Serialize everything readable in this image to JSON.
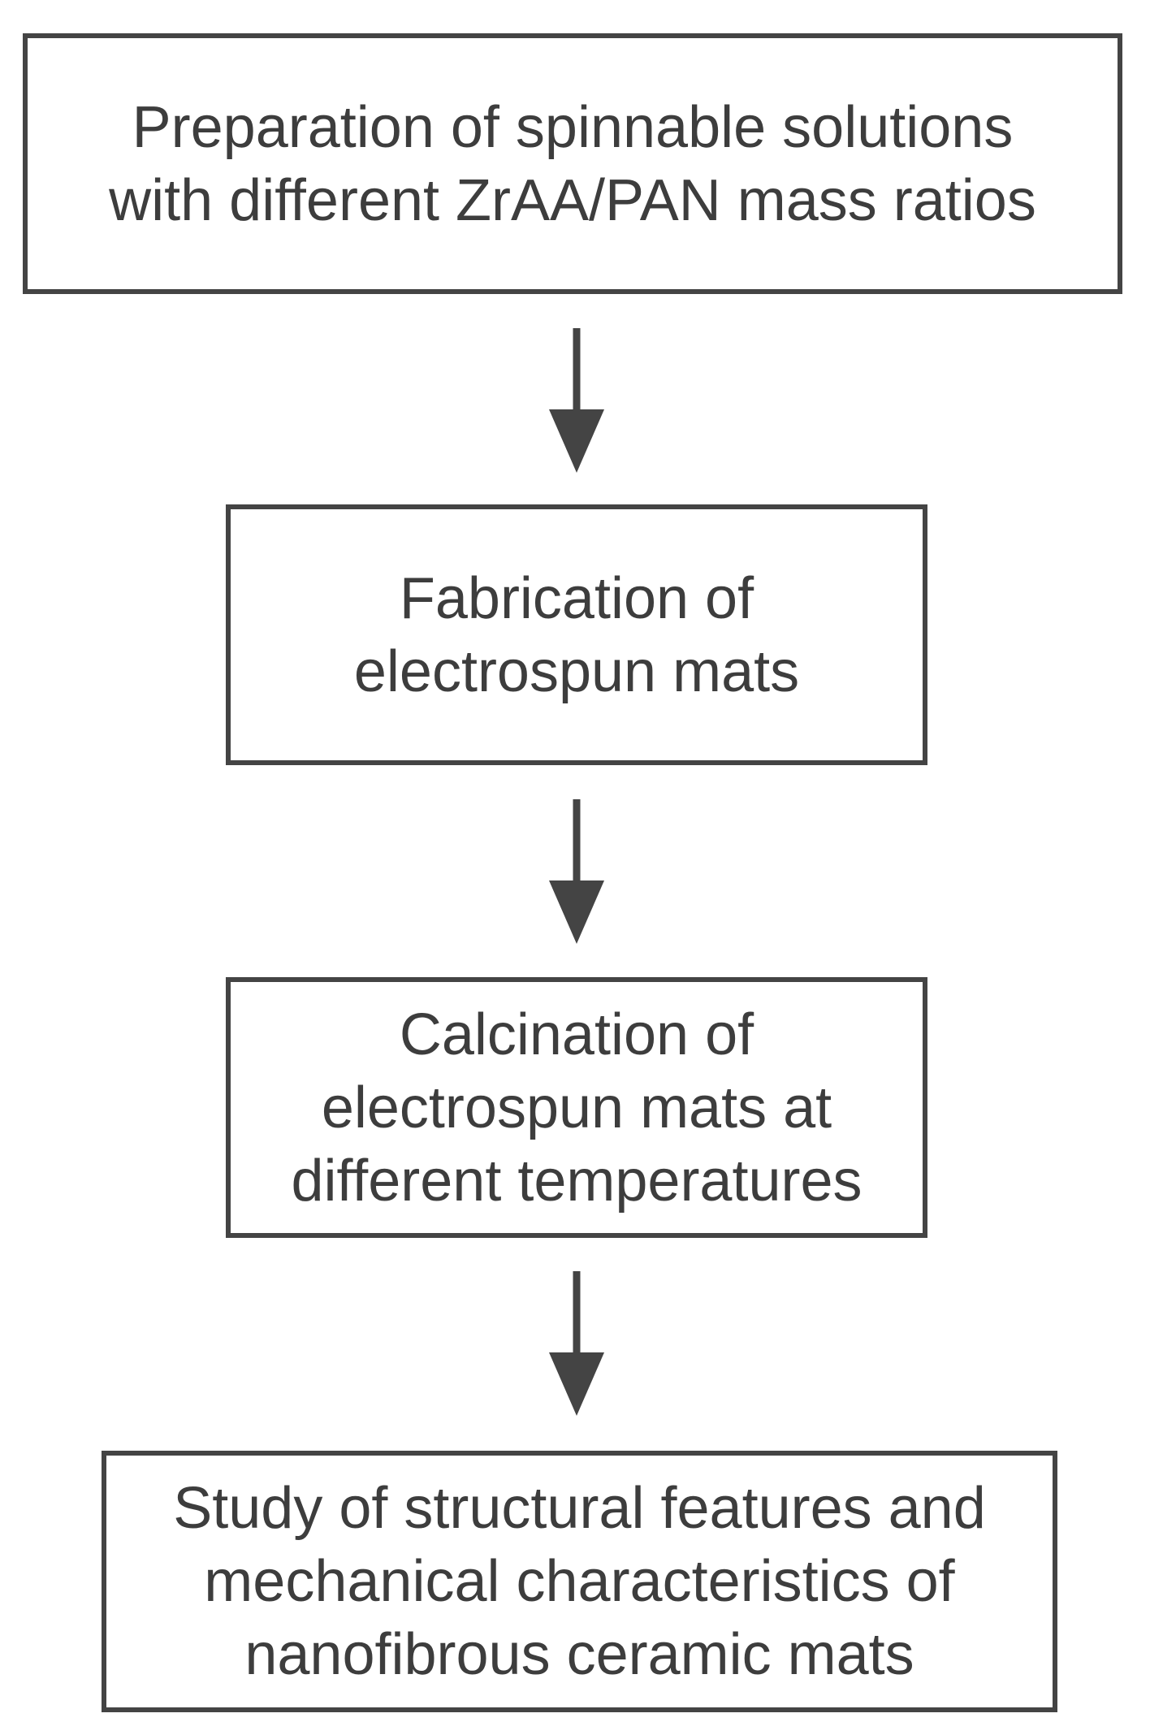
{
  "diagram": {
    "steps": [
      {
        "text": "Preparation of spinnable solutions\nwith different ZrAA/PAN mass ratios"
      },
      {
        "text": "Fabrication of\nelectrospun mats"
      },
      {
        "text": "Calcination of\nelectrospun mats at\ndifferent temperatures"
      },
      {
        "text": "Study of structural features and\nmechanical characteristics of\nnanofibrous ceramic mats"
      }
    ],
    "colors": {
      "stroke": "#444444",
      "text": "#3d3d3d",
      "background": "#ffffff"
    },
    "connector_icon": "arrow-down-icon"
  }
}
